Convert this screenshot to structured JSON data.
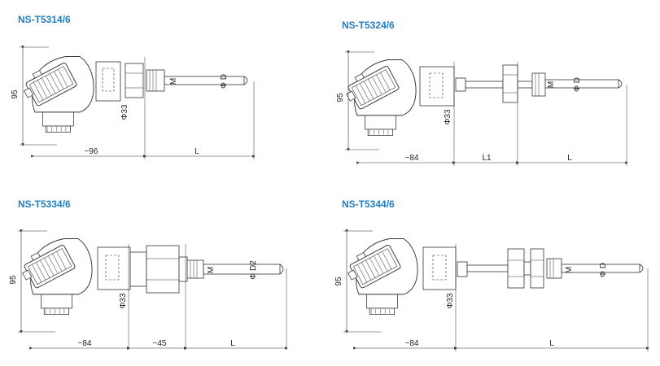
{
  "drawings": [
    {
      "model": "NS-T5314/6",
      "labels": {
        "height": "95",
        "dia33": "Φ33",
        "thread": "M",
        "probe_dia": "Φ D",
        "width": "~96",
        "length": "L"
      }
    },
    {
      "model": "NS-T5324/6",
      "labels": {
        "height": "95",
        "dia33": "Φ33",
        "thread": "M",
        "probe_dia": "Φ D",
        "width": "~84",
        "l1": "L1",
        "length": "L"
      }
    },
    {
      "model": "NS-T5334/6",
      "labels": {
        "height": "95",
        "dia33": "Φ33",
        "thread": "M",
        "probe_dia": "Φ D2",
        "width": "~84",
        "middle": "~45",
        "length": "L"
      }
    },
    {
      "model": "NS-T5344/6",
      "labels": {
        "height": "95",
        "dia33": "Φ33",
        "thread": "M",
        "probe_dia": "Φ D",
        "width": "~84",
        "length": "L"
      }
    }
  ],
  "colors": {
    "title": "#1f7fc0",
    "line": "#333333",
    "fill": "#ffffff"
  }
}
